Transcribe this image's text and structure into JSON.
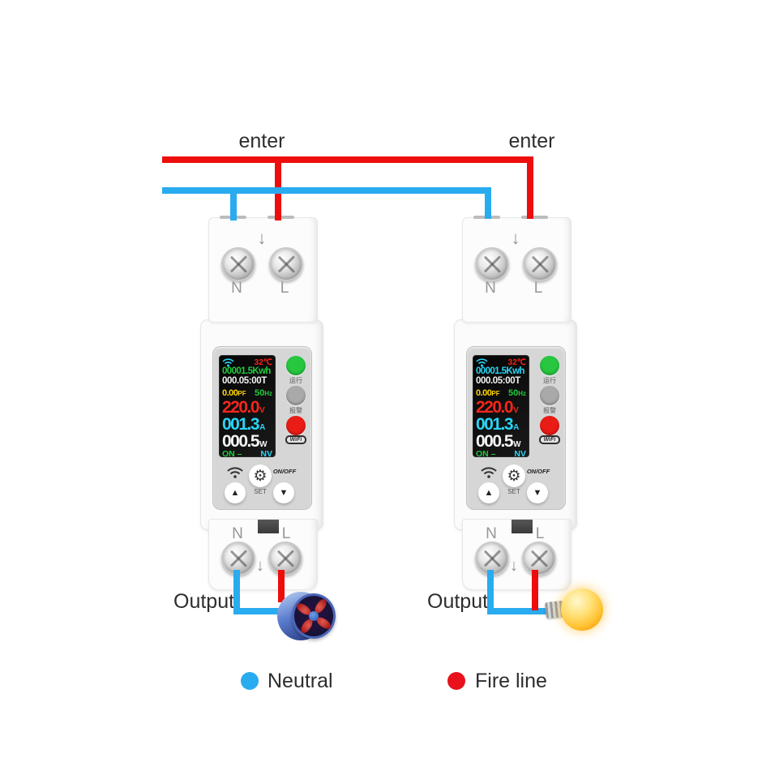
{
  "labels": {
    "enter_left": "enter",
    "enter_right": "enter",
    "output_left": "Output",
    "output_right": "Output"
  },
  "legend": [
    {
      "label": "Neutral",
      "color": "#29abf0"
    },
    {
      "label": "Fire line",
      "color": "#e8111c"
    }
  ],
  "colors": {
    "neutral_wire": "#29abf0",
    "fire_wire": "#ee0d0d",
    "led_run": "#27c840",
    "led_alarm": "#a9a9a9",
    "led_wifi": "#ea1c16",
    "lcd_red": "#f5261c",
    "lcd_cyan": "#29d5f6",
    "lcd_green": "#23c93e",
    "lcd_yellow": "#ffd400",
    "lcd_white": "#f4f4f4"
  },
  "devices": [
    {
      "top": {
        "n": "N",
        "l": "L"
      },
      "bottom": {
        "n": "N",
        "l": "L"
      },
      "display": {
        "temp": "32℃",
        "energy": "00001.5Kwh",
        "energy_color": "#22c93e",
        "runtime": "000.05:00T",
        "pf": "0.00",
        "pf_unit": "PF",
        "freq": "50",
        "freq_unit": "Hz",
        "voltage": "220.0",
        "voltage_unit": "V",
        "current": "001.3",
        "current_unit": "A",
        "power": "000.5",
        "power_unit": "W",
        "status_left": "ON –",
        "status_right": "NV"
      },
      "leds": {
        "run_label": "运行",
        "alarm_label": "报警",
        "wifi_badge": "WiFi"
      },
      "controls": {
        "set": "SET",
        "onoff": "ON/OFF"
      }
    },
    {
      "top": {
        "n": "N",
        "l": "L"
      },
      "bottom": {
        "n": "N",
        "l": "L"
      },
      "display": {
        "temp": "32℃",
        "energy": "00001.5Kwh",
        "energy_color": "#29d5f6",
        "runtime": "000.05:00T",
        "pf": "0.00",
        "pf_unit": "PF",
        "freq": "50",
        "freq_unit": "Hz",
        "voltage": "220.0",
        "voltage_unit": "V",
        "current": "001.3",
        "current_unit": "A",
        "power": "000.5",
        "power_unit": "W",
        "status_left": "ON –",
        "status_right": "NV"
      },
      "leds": {
        "run_label": "运行",
        "alarm_label": "报警",
        "wifi_badge": "WiFi"
      },
      "controls": {
        "set": "SET",
        "onoff": "ON/OFF"
      }
    }
  ]
}
